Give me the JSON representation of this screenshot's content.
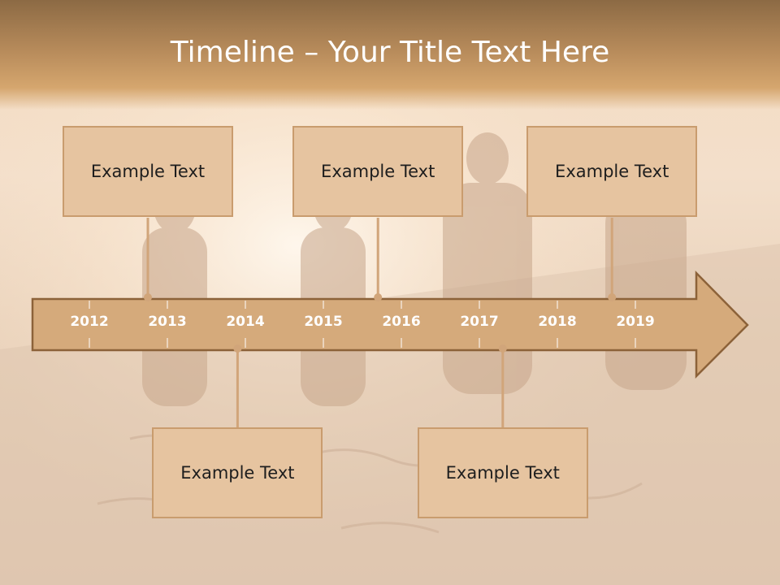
{
  "title": "Timeline – Your Title Text Here",
  "chart_data": {
    "type": "timeline",
    "title": "Timeline – Your Title Text Here",
    "years": [
      "2012",
      "2013",
      "2014",
      "2015",
      "2016",
      "2017",
      "2018",
      "2019"
    ],
    "events": [
      {
        "text": "Example Text",
        "position": "above",
        "year": 2012.75
      },
      {
        "text": "Example Text",
        "position": "below",
        "year": 2013.9
      },
      {
        "text": "Example Text",
        "position": "above",
        "year": 2015.7
      },
      {
        "text": "Example Text",
        "position": "below",
        "year": 2017.3
      },
      {
        "text": "Example Text",
        "position": "above",
        "year": 2018.7
      }
    ]
  },
  "colors": {
    "arrow_fill": "#d5aa7b",
    "arrow_border": "#8c6239",
    "box_fill": "#e6c4a0",
    "box_border": "#c99c6e",
    "connector": "#d1a57a",
    "header": "#a47b52"
  }
}
